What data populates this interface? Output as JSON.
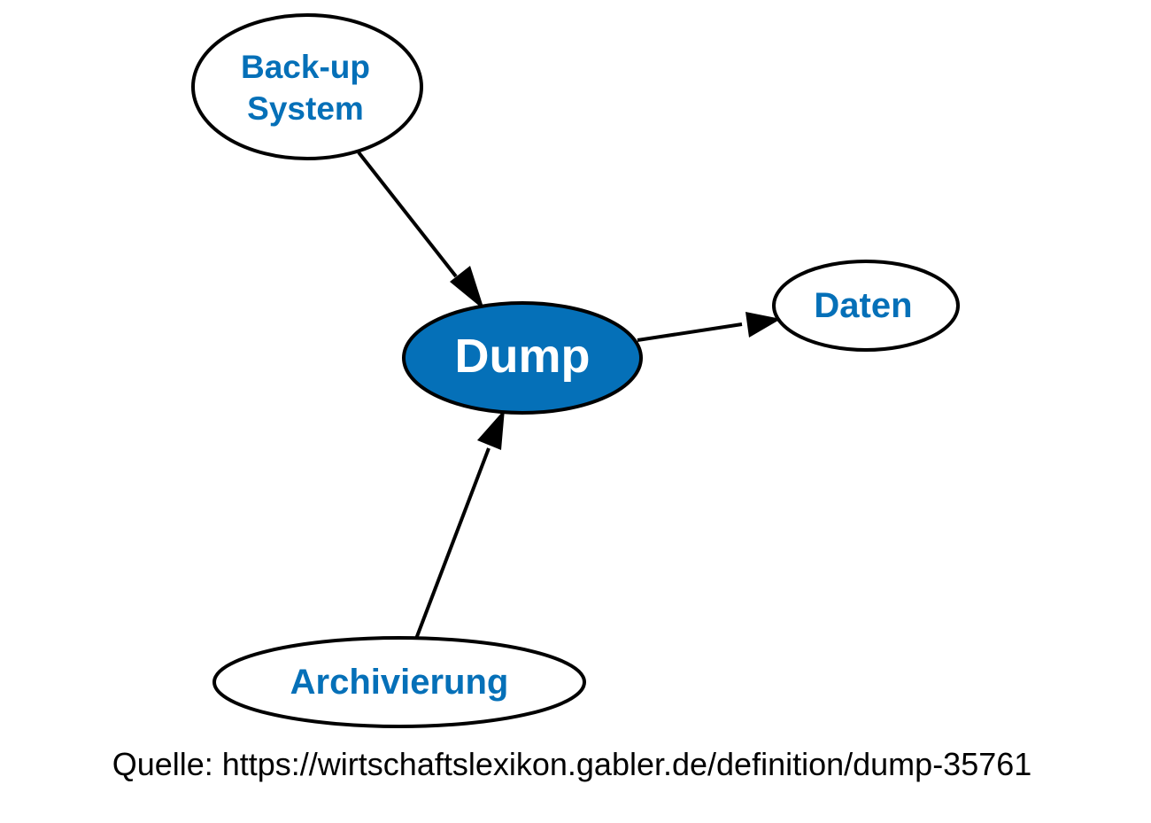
{
  "nodes": {
    "backup": {
      "line1": "Back-up",
      "line2": "System"
    },
    "dump": {
      "label": "Dump"
    },
    "daten": {
      "label": "Daten"
    },
    "archivierung": {
      "label": "Archivierung"
    }
  },
  "edges": [
    {
      "from": "Back-up System",
      "to": "Dump"
    },
    {
      "from": "Dump",
      "to": "Daten"
    },
    {
      "from": "Archivierung",
      "to": "Dump"
    }
  ],
  "source": "Quelle: https://wirtschaftslexikon.gabler.de/definition/dump-35761",
  "colors": {
    "accent": "#0570b8",
    "outline": "#000000",
    "node_fill": "#ffffff",
    "focus_text": "#ffffff"
  }
}
